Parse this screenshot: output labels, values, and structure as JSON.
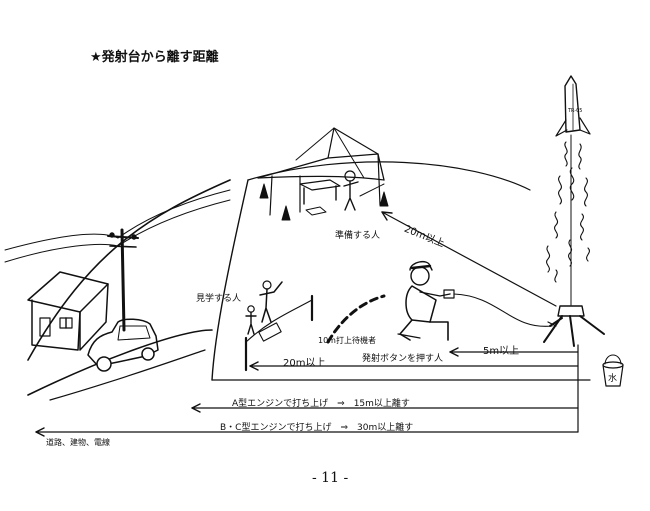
{
  "document": {
    "title": "★発射台から離す距離",
    "page_number": "- 11 -"
  },
  "labels": {
    "preparer": "準備する人",
    "spectators": "見学する人",
    "waiting_launchers": "10m打上待機者",
    "launch_button_person": "発射ボタンを押す人",
    "road_buildings_wires": "道路、建物、電線",
    "water_bucket": "水",
    "rocket_body_text": "TR-05"
  },
  "distances": {
    "preparer_distance": "20m以上",
    "button_distance": "5m以上",
    "spectator_distance": "20m以上",
    "rule_a": "A型エンジンで打ち上げ　⇒　15m以上離す",
    "rule_bc": "B・C型エンジンで打ち上げ　⇒　30m以上離す"
  }
}
